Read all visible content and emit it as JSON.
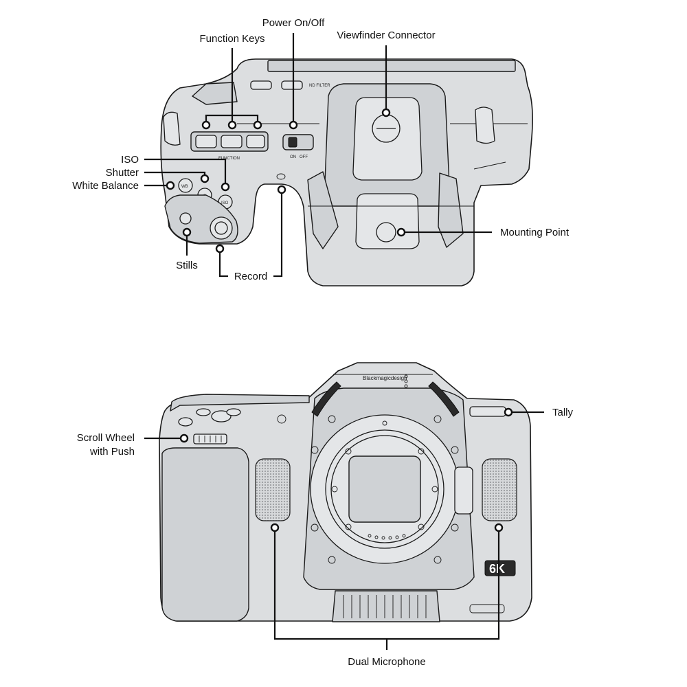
{
  "labels": {
    "power": "Power On/Off",
    "function_keys": "Function Keys",
    "viewfinder": "Viewfinder Connector",
    "iso": "ISO",
    "shutter": "Shutter",
    "white_balance": "White Balance",
    "mounting_point": "Mounting Point",
    "stills": "Stills",
    "record": "Record",
    "tally": "Tally",
    "scroll_wheel_1": "Scroll Wheel",
    "scroll_wheel_2": "with Push",
    "dual_microphone": "Dual Microphone"
  },
  "markings": {
    "function": "FUNCTION",
    "off": "OFF",
    "on": "ON",
    "nd_filter": "ND FILTER",
    "brand": "Blackmagicdesign",
    "wb": "WB",
    "s": "S",
    "iso": "ISO",
    "badge": "6K"
  }
}
